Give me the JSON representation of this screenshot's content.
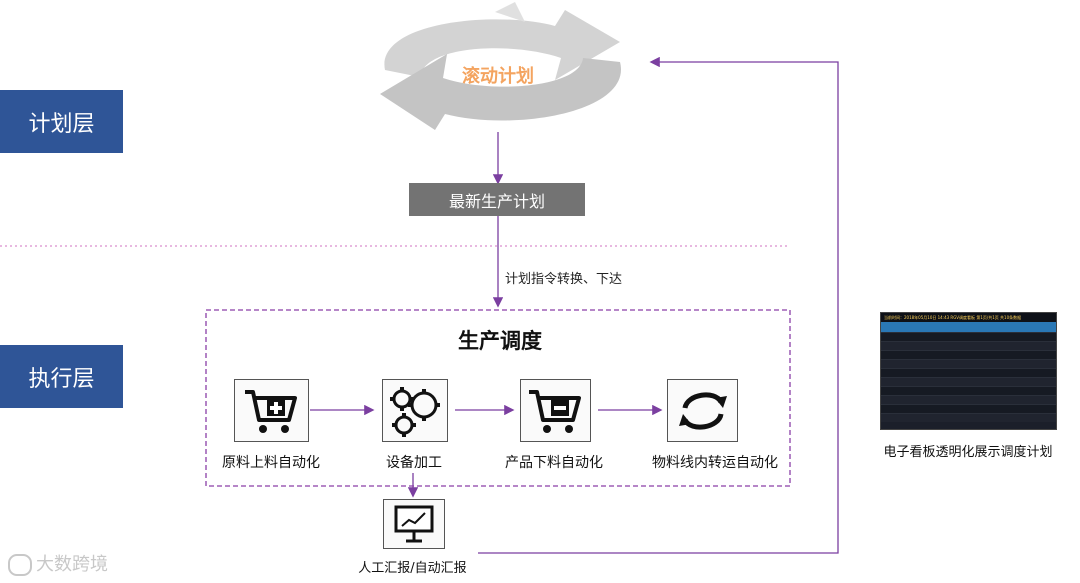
{
  "layers": {
    "plan": "计划层",
    "exec": "执行层"
  },
  "cycle_label": "滚动计划",
  "latest_plan": "最新生产计划",
  "convert_label": "计划指令转换、下达",
  "schedule_title": "生产调度",
  "steps": [
    {
      "label": "原料上料自动化",
      "icon": "cart-plus-icon"
    },
    {
      "label": "设备加工",
      "icon": "gears-icon"
    },
    {
      "label": "产品下料自动化",
      "icon": "cart-minus-icon"
    },
    {
      "label": "物料线内转运自动化",
      "icon": "cycle-arrows-icon"
    }
  ],
  "report_label": "人工汇报/自动汇报",
  "kanban_caption": "电子看板透明化展示调度计划",
  "kanban_header": "当前时间：2018年05月10日 14:43   RGV调度看板   第1页/共1页  共10条数据",
  "watermark": "大数跨境",
  "colors": {
    "layer_bg": "#2f5597",
    "arrow": "#7b3fa0",
    "plan_box": "#737373",
    "cycle_text": "#f4a460"
  }
}
